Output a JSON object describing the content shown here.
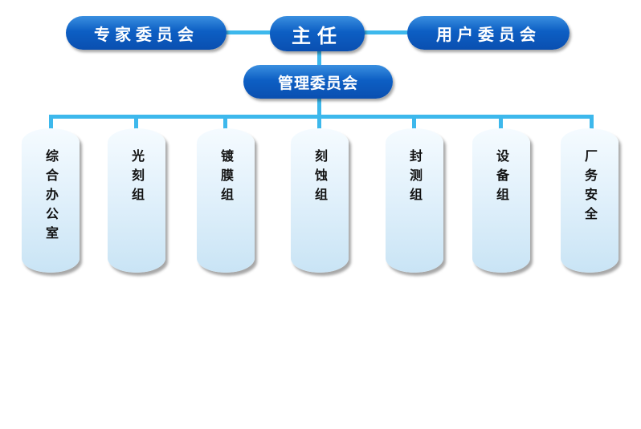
{
  "top": {
    "expert_committee": "专家委员会",
    "director": "主任",
    "user_committee": "用户委员会"
  },
  "management": {
    "label": "管理委员会"
  },
  "groups": [
    {
      "label": "综合办公室"
    },
    {
      "label": "光刻组"
    },
    {
      "label": "镀膜组"
    },
    {
      "label": "刻蚀组"
    },
    {
      "label": "封测组"
    },
    {
      "label": "设备组"
    },
    {
      "label": "厂务安全"
    }
  ],
  "colors": {
    "connector": "#3db8ec",
    "pill_dark": "#0a4fb0",
    "pill_light": "#3a8fe0",
    "pillar_light": "#f5fbff",
    "pillar_dark": "#c9e4f5"
  }
}
